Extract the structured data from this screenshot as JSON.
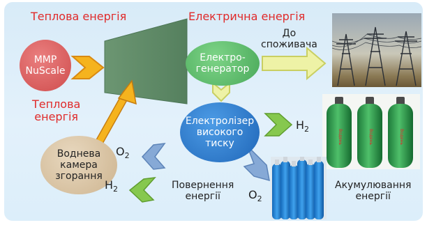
{
  "labels": {
    "heat_energy_top": "Теплова енергія",
    "electric_energy": "Електрична енергія",
    "to_consumer": "До\nспоживача",
    "heat_energy_left": "Теплова\nенергія",
    "h2_right": "H",
    "h2_right_sub": "2",
    "o2_left": "O",
    "o2_left_sub": "2",
    "h2_left": "H",
    "h2_left_sub": "2",
    "o2_bottom": "O",
    "o2_bottom_sub": "2",
    "energy_return": "Повернення\nенергії",
    "energy_storage": "Акумулювання\nенергії"
  },
  "nodes": {
    "smr": "ММР\nNuScale",
    "generator": "Електро-\nгенератор",
    "electrolyzer": "Електролізер\nвисокого\nтиску",
    "hydrogen_chamber": "Воднева\nкамера\nзгорання"
  },
  "cylinder_label": "Водень",
  "colors": {
    "label_red": "#e02a2a",
    "smr_fill": "#d85a5a",
    "generator_fill": "#5bbf68",
    "electrolyzer_fill": "#2f7fd1",
    "chamber_fill": "#d9c4a6",
    "turbine_fill": "#5f8a67",
    "arrow_orange": "#f5b31e",
    "arrow_pale_yellow": "#eef2a6",
    "arrow_green": "#86c84e",
    "arrow_blue": "#86a9d6",
    "background": "#dceefa"
  },
  "icons": {
    "power_lines": "power-lines-photo",
    "green_cylinders": "hydrogen-cylinders-photo",
    "blue_cylinders": "oxygen-cylinders-photo"
  }
}
